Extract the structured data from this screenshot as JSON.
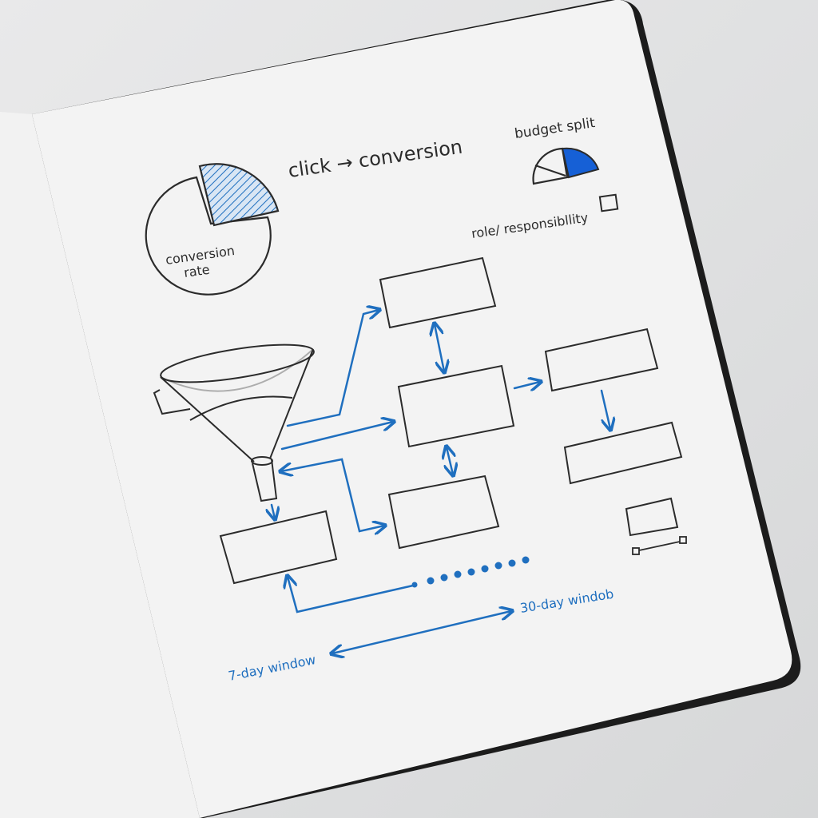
{
  "labels": {
    "pie_label_line1": "conversion",
    "pie_label_line2": "rate",
    "click_conversion": "click → conversion",
    "budget_split": "budget split",
    "role_responsibility": "role/ responsibllity",
    "thirty_day": "30-day windob",
    "seven_day": "7-day window"
  },
  "colors": {
    "ink": "#2b2b2b",
    "blue": "#1f6fbf",
    "blue_fill": "#1660d6",
    "page": "#f4f4f4",
    "cover": "#1c1c1c"
  }
}
